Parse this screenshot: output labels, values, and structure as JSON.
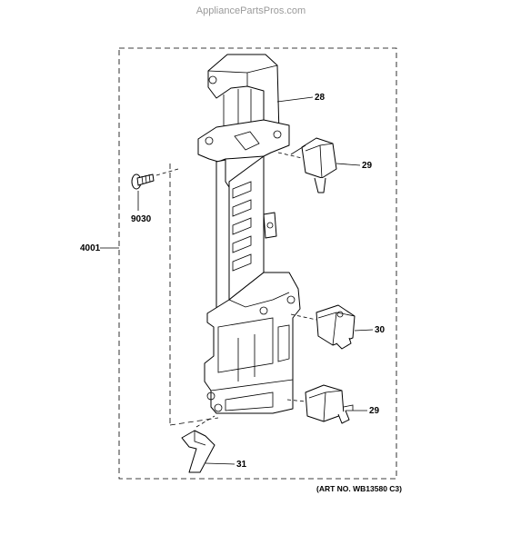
{
  "watermark": "AppliancePartsPros.com",
  "art_number": "(ART NO. WB13580 C3)",
  "callouts": {
    "assembly": "4001",
    "door_latch": "28",
    "switch_top": "29",
    "screw": "9030",
    "switch_mid": "30",
    "switch_bottom": "29",
    "lever": "31"
  }
}
